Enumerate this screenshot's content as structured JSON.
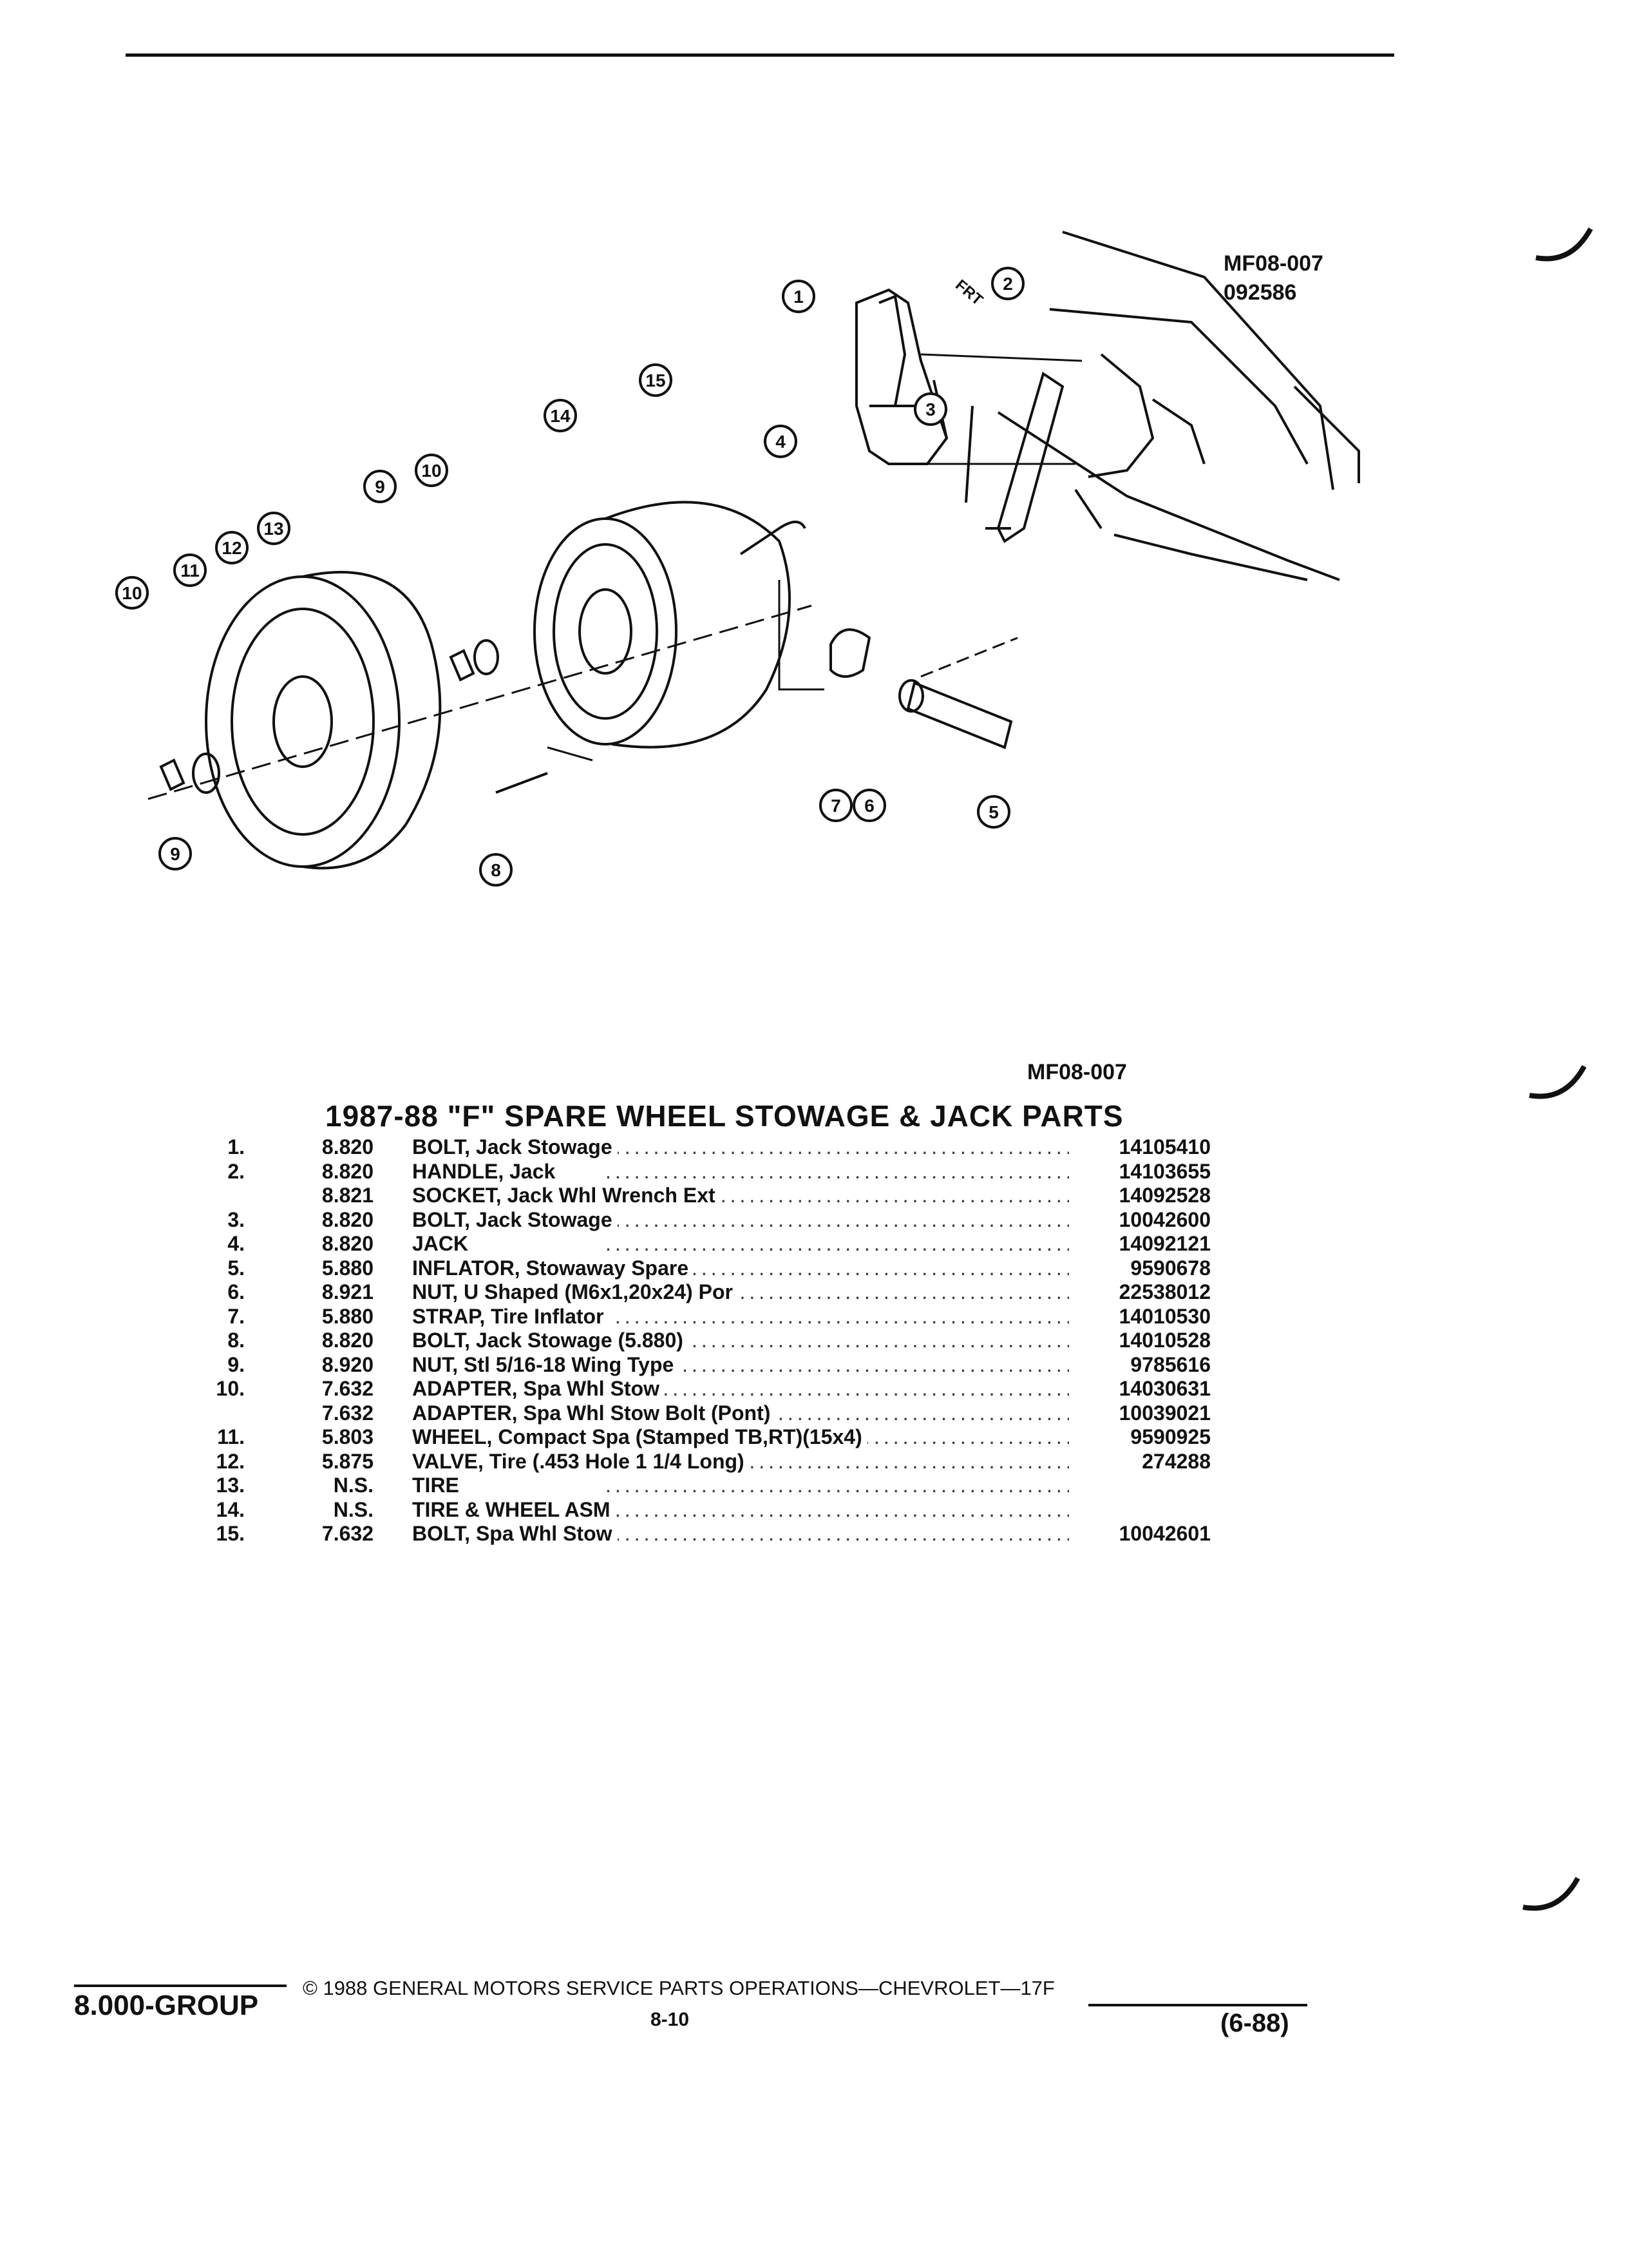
{
  "diagram": {
    "code": "MF08-007",
    "date_code": "092586",
    "direction_label": "FRT",
    "callouts": [
      "1",
      "2",
      "3",
      "4",
      "5",
      "6",
      "7",
      "8",
      "9",
      "10",
      "11",
      "12",
      "13",
      "14",
      "15",
      "9",
      "10"
    ]
  },
  "table": {
    "code": "MF08-007",
    "title": "1987-88 \"F\" SPARE WHEEL STOWAGE & JACK PARTS",
    "rows": [
      {
        "num": "1.",
        "group": "8.820",
        "desc": "BOLT, Jack Stowage",
        "part": "14105410"
      },
      {
        "num": "2.",
        "group": "8.820",
        "desc": "HANDLE, Jack",
        "part": "14103655"
      },
      {
        "num": "",
        "group": "8.821",
        "desc": "SOCKET, Jack Whl Wrench Ext",
        "part": "14092528"
      },
      {
        "num": "3.",
        "group": "8.820",
        "desc": "BOLT, Jack Stowage",
        "part": "10042600"
      },
      {
        "num": "4.",
        "group": "8.820",
        "desc": "JACK",
        "part": "14092121"
      },
      {
        "num": "5.",
        "group": "5.880",
        "desc": "INFLATOR, Stowaway Spare",
        "part": "9590678"
      },
      {
        "num": "6.",
        "group": "8.921",
        "desc": "NUT, U Shaped (M6x1,20x24) Por",
        "part": "22538012"
      },
      {
        "num": "7.",
        "group": "5.880",
        "desc": "STRAP, Tire Inflator",
        "part": "14010530"
      },
      {
        "num": "8.",
        "group": "8.820",
        "desc": "BOLT, Jack Stowage (5.880)",
        "part": "14010528"
      },
      {
        "num": "9.",
        "group": "8.920",
        "desc": "NUT, Stl 5/16-18 Wing Type",
        "part": "9785616"
      },
      {
        "num": "10.",
        "group": "7.632",
        "desc": "ADAPTER, Spa Whl Stow",
        "part": "14030631"
      },
      {
        "num": "",
        "group": "7.632",
        "desc": "ADAPTER, Spa Whl Stow Bolt (Pont)",
        "part": "10039021"
      },
      {
        "num": "11.",
        "group": "5.803",
        "desc": "WHEEL, Compact Spa (Stamped TB,RT)(15x4)",
        "part": "9590925"
      },
      {
        "num": "12.",
        "group": "5.875",
        "desc": "VALVE, Tire (.453 Hole 1 1/4 Long)",
        "part": "274288"
      },
      {
        "num": "13.",
        "group": "N.S.",
        "desc": "TIRE",
        "part": ""
      },
      {
        "num": "14.",
        "group": "N.S.",
        "desc": "TIRE & WHEEL ASM",
        "part": ""
      },
      {
        "num": "15.",
        "group": "7.632",
        "desc": "BOLT, Spa Whl Stow",
        "part": "10042601"
      }
    ]
  },
  "footer": {
    "group": "8.000-GROUP",
    "copyright": "© 1988 GENERAL MOTORS SERVICE PARTS OPERATIONS—CHEVROLET—17F",
    "page": "8-10",
    "date": "(6-88)"
  },
  "colors": {
    "ink": "#111111",
    "paper": "#ffffff"
  }
}
